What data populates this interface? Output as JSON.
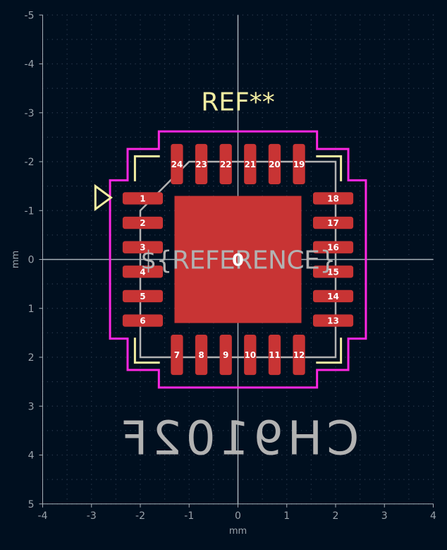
{
  "viewer": {
    "x_axis": {
      "label": "mm",
      "ticks": [
        "-4",
        "-3",
        "-2",
        "-1",
        "0",
        "1",
        "2",
        "3",
        "4"
      ],
      "range": [
        -4,
        4
      ]
    },
    "y_axis": {
      "label": "mm",
      "ticks": [
        "-5",
        "-4",
        "-3",
        "-2",
        "-1",
        "0",
        "1",
        "2",
        "3",
        "4",
        "5"
      ],
      "range": [
        -5,
        5
      ]
    },
    "grid": true
  },
  "footprint": {
    "ref_text": "REF**",
    "reference_text": "${REFERENCE}",
    "center_pad_label": "0",
    "value_text": "CH9102F",
    "value_mirrored": true,
    "pin1_marker": "triangle-marker",
    "center_pad": {
      "x": 0,
      "y": 0,
      "w": 2.6,
      "h": 2.6
    },
    "side_pads": {
      "left": [
        {
          "n": "1",
          "x": -1.95,
          "y": -1.25
        },
        {
          "n": "2",
          "x": -1.95,
          "y": -0.75
        },
        {
          "n": "3",
          "x": -1.95,
          "y": -0.25
        },
        {
          "n": "4",
          "x": -1.95,
          "y": 0.25
        },
        {
          "n": "5",
          "x": -1.95,
          "y": 0.75
        },
        {
          "n": "6",
          "x": -1.95,
          "y": 1.25
        }
      ],
      "bottom": [
        {
          "n": "7",
          "x": -1.25,
          "y": 1.95
        },
        {
          "n": "8",
          "x": -0.75,
          "y": 1.95
        },
        {
          "n": "9",
          "x": -0.25,
          "y": 1.95
        },
        {
          "n": "10",
          "x": 0.25,
          "y": 1.95
        },
        {
          "n": "11",
          "x": 0.75,
          "y": 1.95
        },
        {
          "n": "12",
          "x": 1.25,
          "y": 1.95
        }
      ],
      "right": [
        {
          "n": "13",
          "x": 1.95,
          "y": 1.25
        },
        {
          "n": "14",
          "x": 1.95,
          "y": 0.75
        },
        {
          "n": "15",
          "x": 1.95,
          "y": 0.25
        },
        {
          "n": "16",
          "x": 1.95,
          "y": -0.25
        },
        {
          "n": "17",
          "x": 1.95,
          "y": -0.75
        },
        {
          "n": "18",
          "x": 1.95,
          "y": -1.25
        }
      ],
      "top": [
        {
          "n": "19",
          "x": 1.25,
          "y": -1.95
        },
        {
          "n": "20",
          "x": 0.75,
          "y": -1.95
        },
        {
          "n": "21",
          "x": 0.25,
          "y": -1.95
        },
        {
          "n": "22",
          "x": -0.25,
          "y": -1.95
        },
        {
          "n": "23",
          "x": -0.75,
          "y": -1.95
        },
        {
          "n": "24",
          "x": -1.25,
          "y": -1.95
        }
      ]
    },
    "colors": {
      "background": "#000f1f",
      "grid_dot": "#2a3a4e",
      "axis_line": "#a8b0b8",
      "tick_text": "#9aa3ab",
      "pad": "#c83434",
      "pad_text": "#ffffff",
      "courtyard": "#ff26e2",
      "silkscreen": "#f2eda1",
      "fab": "#b2b2b2",
      "ref_text": "#f2eda1",
      "ref_text_fab": "#b2b2b2"
    }
  }
}
